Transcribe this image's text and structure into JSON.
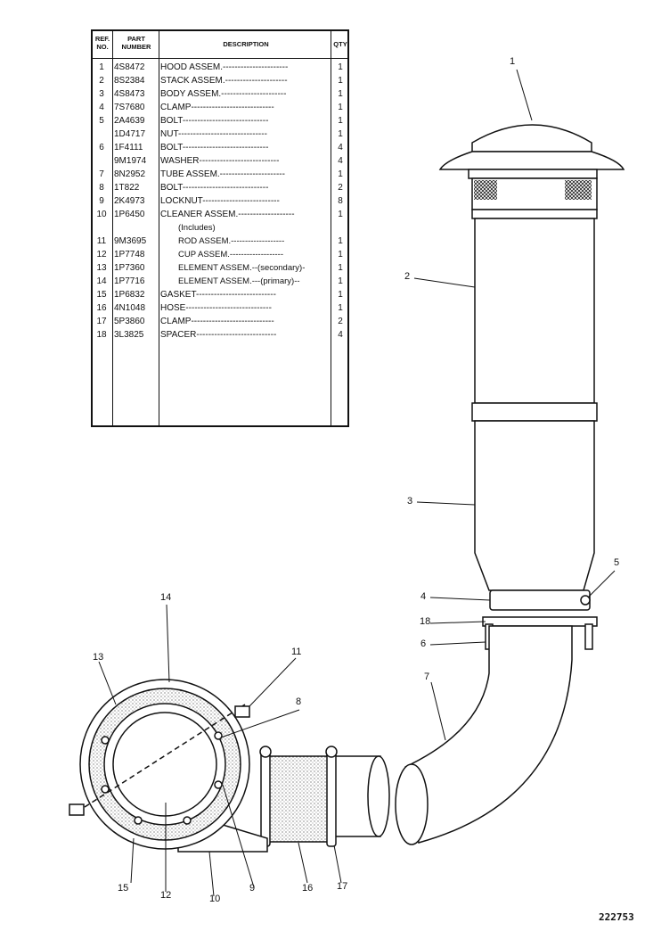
{
  "table": {
    "headers": {
      "ref": "REF. NO.",
      "part": "PART NUMBER",
      "desc": "DESCRIPTION",
      "qty": "QTY"
    },
    "rows": [
      {
        "ref": "1",
        "part": "4S8472",
        "desc": "HOOD ASSEM.----------------------",
        "qty": "1"
      },
      {
        "ref": "2",
        "part": "8S2384",
        "desc": "STACK ASSEM.---------------------",
        "qty": "1"
      },
      {
        "ref": "3",
        "part": "4S8473",
        "desc": "BODY ASSEM.----------------------",
        "qty": "1"
      },
      {
        "ref": "4",
        "part": "7S7680",
        "desc": "CLAMP----------------------------",
        "qty": "1"
      },
      {
        "ref": "5",
        "part": "2A4639",
        "desc": "BOLT-----------------------------",
        "qty": "1"
      },
      {
        "ref": "",
        "part": "1D4717",
        "desc": "NUT------------------------------",
        "qty": "1"
      },
      {
        "ref": "6",
        "part": "1F4111",
        "desc": "BOLT-----------------------------",
        "qty": "4"
      },
      {
        "ref": "",
        "part": "9M1974",
        "desc": "WASHER---------------------------",
        "qty": "4"
      },
      {
        "ref": "7",
        "part": "8N2952",
        "desc": "TUBE ASSEM.----------------------",
        "qty": "1"
      },
      {
        "ref": "8",
        "part": "1T822",
        "desc": "BOLT-----------------------------",
        "qty": "2"
      },
      {
        "ref": "9",
        "part": "2K4973",
        "desc": "LOCKNUT--------------------------",
        "qty": "8"
      },
      {
        "ref": "10",
        "part": "1P6450",
        "desc": "CLEANER ASSEM.-------------------",
        "qty": "1"
      },
      {
        "ref": "",
        "part": "",
        "desc": "(Includes)",
        "qty": "",
        "sub": true
      },
      {
        "ref": "11",
        "part": "9M3695",
        "desc": "ROD ASSEM.-------------------",
        "qty": "1",
        "sub": true
      },
      {
        "ref": "12",
        "part": "1P7748",
        "desc": "CUP ASSEM.-------------------",
        "qty": "1",
        "sub": true
      },
      {
        "ref": "13",
        "part": "1P7360",
        "desc": "ELEMENT ASSEM.--(secondary)-",
        "qty": "1",
        "sub": true
      },
      {
        "ref": "14",
        "part": "1P7716",
        "desc": "ELEMENT ASSEM.---(primary)--",
        "qty": "1",
        "sub": true
      },
      {
        "ref": "15",
        "part": "1P6832",
        "desc": "GASKET---------------------------",
        "qty": "1"
      },
      {
        "ref": "16",
        "part": "4N1048",
        "desc": "HOSE-----------------------------",
        "qty": "1"
      },
      {
        "ref": "17",
        "part": "5P3860",
        "desc": "CLAMP----------------------------",
        "qty": "2"
      },
      {
        "ref": "18",
        "part": "3L3825",
        "desc": "SPACER---------------------------",
        "qty": "4"
      }
    ]
  },
  "callouts": [
    "1",
    "2",
    "3",
    "4",
    "5",
    "6",
    "7",
    "8",
    "9",
    "10",
    "11",
    "12",
    "13",
    "14",
    "15",
    "16",
    "17",
    "18"
  ],
  "figure_number": "222753"
}
